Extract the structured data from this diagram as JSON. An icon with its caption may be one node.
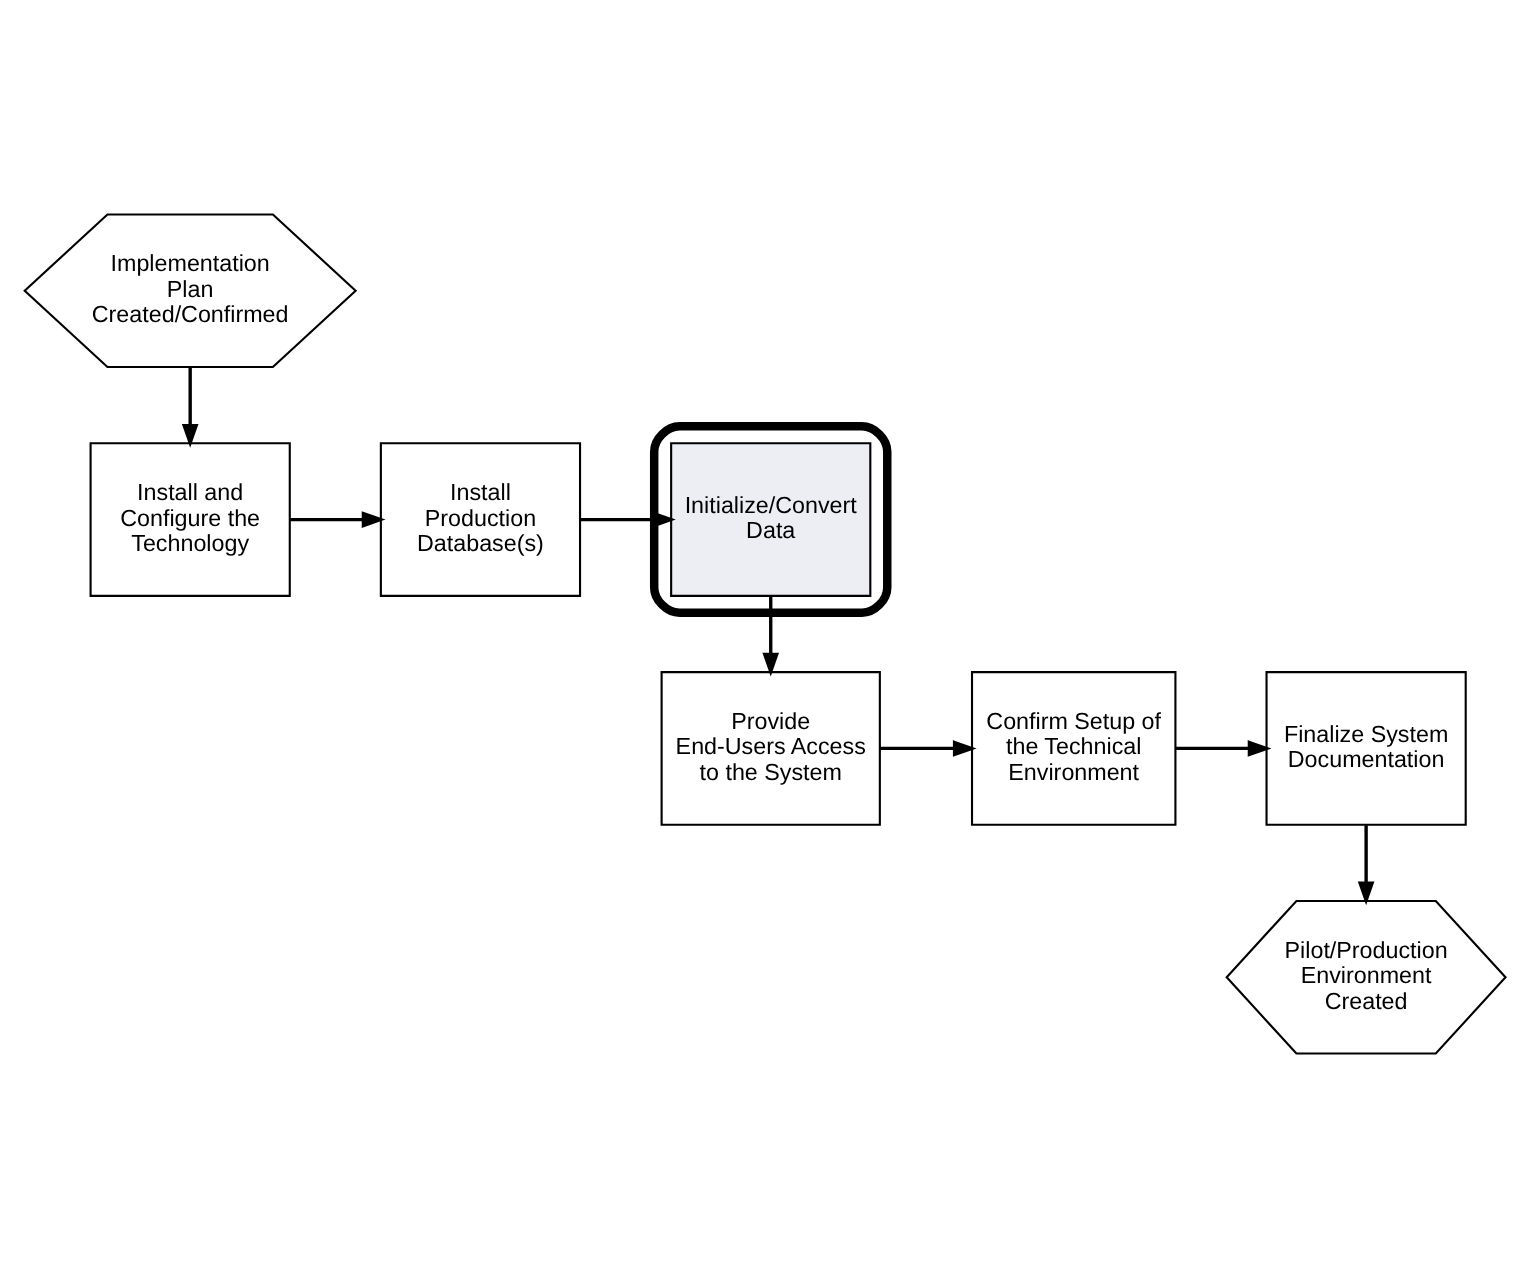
{
  "diagram": {
    "nodes": [
      {
        "text": [
          "Implementation Plan Created/Confirmed"
        ]
      },
      {
        "text": [
          "Install and Configure the Technology"
        ]
      },
      {
        "text": [
          "Install Production Database(s)"
        ]
      },
      {
        "text": [],
        "shape": "box"
      },
      {
        "text": [
          "Initialize/Convert Data"
        ],
        "in": 3
      },
      {
        "text": [
          "Provide End-Users Access to the System"
        ]
      },
      {
        "text": [
          "Confirm Setup of the Technical Environment"
        ]
      },
      {
        "text": [
          "Finalize System Documentation"
        ]
      },
      {
        "text": [
          "Pilot/Production Environment Created"
        ]
      }
    ],
    "edges": [
      {
        "from": 0,
        "to": 1,
        "arrow": "to"
      },
      {
        "from": 1,
        "to": 2,
        "arrow": "to"
      },
      {
        "from": 2,
        "to": 4,
        "arrow": "to"
      },
      {
        "from": 4,
        "to": 5,
        "arrow": "to"
      },
      {
        "from": 5,
        "to": 6,
        "arrow": "to"
      },
      {
        "from": 6,
        "to": 7,
        "arrow": "to"
      },
      {
        "from": 7,
        "to": 8,
        "arrow": "to"
      }
    ]
  }
}
